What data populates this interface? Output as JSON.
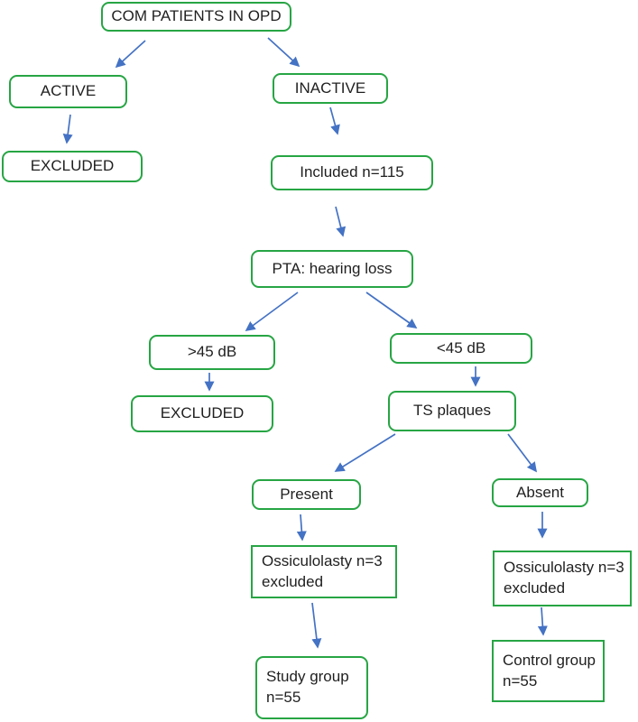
{
  "diagram": {
    "colors": {
      "box_border": "#27a544",
      "arrow": "#4472c4",
      "text": "#1f1f1f",
      "background": "#ffffff"
    },
    "nodes": {
      "com": {
        "label": "COM PATIENTS IN OPD"
      },
      "active": {
        "label": "ACTIVE"
      },
      "excluded_active": {
        "label": "EXCLUDED"
      },
      "inactive": {
        "label": "INACTIVE"
      },
      "included": {
        "label": "Included n=115"
      },
      "pta": {
        "label": "PTA: hearing loss"
      },
      "gt45": {
        "label": ">45 dB"
      },
      "lt45": {
        "label": "<45 dB"
      },
      "excluded_gt45": {
        "label": "EXCLUDED"
      },
      "ts_plaques": {
        "label": "TS plaques"
      },
      "present": {
        "label": "Present"
      },
      "absent": {
        "label": "Absent"
      },
      "ossiculolasty_present": {
        "label": "Ossiculolasty n=3\nexcluded"
      },
      "ossiculolasty_absent": {
        "label": "Ossiculolasty n=3\nexcluded"
      },
      "study_group": {
        "label": "Study group\nn=55"
      },
      "control_group": {
        "label": "Control group\nn=55"
      }
    }
  }
}
